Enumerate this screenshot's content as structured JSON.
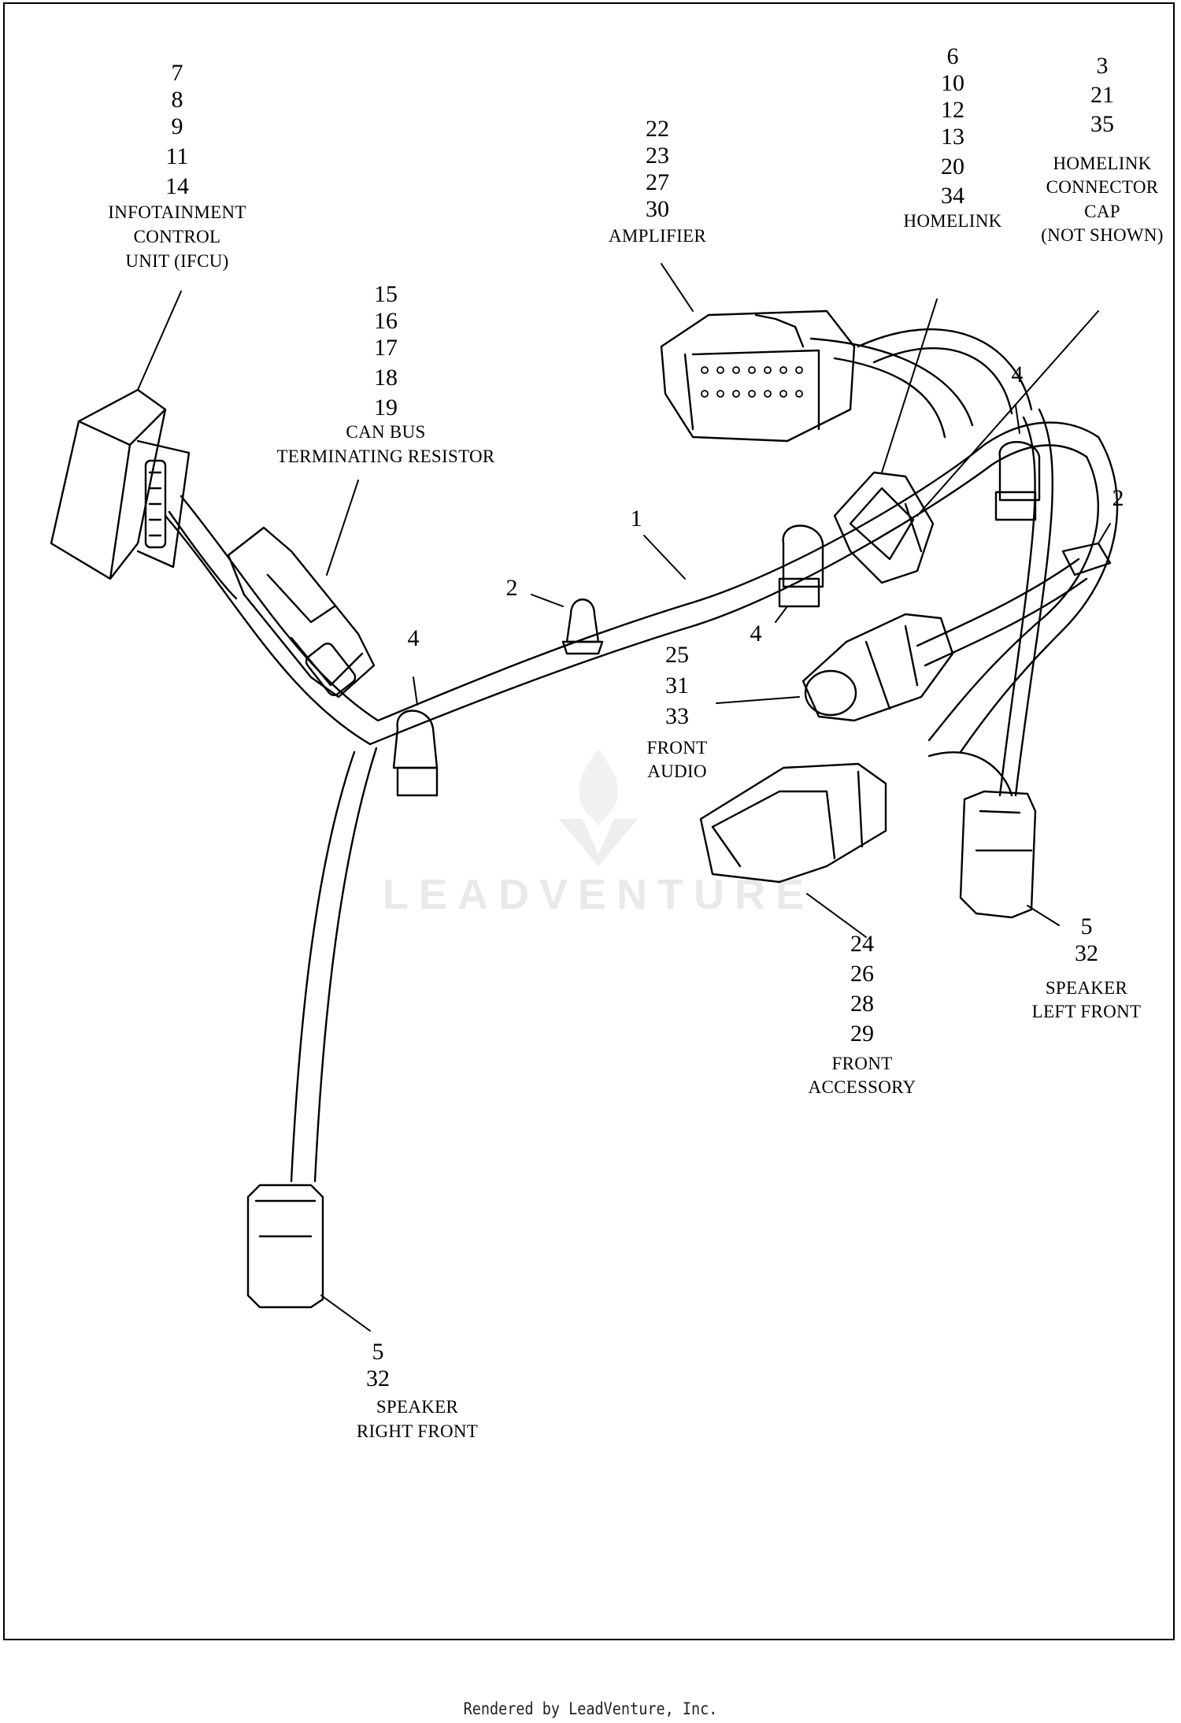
{
  "callouts": {
    "ifcu": {
      "numbers": [
        "7",
        "8",
        "9",
        "11",
        "14"
      ],
      "text": [
        "INFOTAINMENT",
        "CONTROL",
        "UNIT (IFCU)"
      ]
    },
    "amplifier": {
      "numbers": [
        "22",
        "23",
        "27",
        "30"
      ],
      "text": [
        "AMPLIFIER"
      ]
    },
    "homelink": {
      "numbers": [
        "6",
        "10",
        "12",
        "13",
        "20",
        "34"
      ],
      "text": [
        "HOMELINK"
      ]
    },
    "homelink_cap": {
      "numbers": [
        "3",
        "21",
        "35"
      ],
      "text": [
        "HOMELINK",
        "CONNECTOR",
        "CAP",
        "(NOT SHOWN)"
      ]
    },
    "can_bus": {
      "numbers": [
        "15",
        "16",
        "17",
        "18",
        "19"
      ],
      "text": [
        "CAN BUS",
        "TERMINATING RESISTOR"
      ]
    },
    "front_audio": {
      "numbers": [
        "25",
        "31",
        "33"
      ],
      "text": [
        "FRONT",
        "AUDIO"
      ]
    },
    "front_accessory": {
      "numbers": [
        "24",
        "26",
        "28",
        "29"
      ],
      "text": [
        "FRONT",
        "ACCESSORY"
      ]
    },
    "speaker_left": {
      "numbers": [
        "5",
        "32"
      ],
      "text": [
        "SPEAKER",
        "LEFT FRONT"
      ]
    },
    "speaker_right": {
      "numbers": [
        "5",
        "32"
      ],
      "text": [
        "SPEAKER",
        "RIGHT FRONT"
      ]
    }
  },
  "item_labels": {
    "harness": "1",
    "clip_left": "2",
    "clip_right": "2",
    "clamp_left": "4",
    "clamp_center": "4",
    "clamp_right": "4"
  },
  "watermark": "LEADVENTURE",
  "footer": "Rendered by LeadVenture, Inc.",
  "colors": {
    "line": "#000000",
    "watermark": "#e9e9e9"
  }
}
